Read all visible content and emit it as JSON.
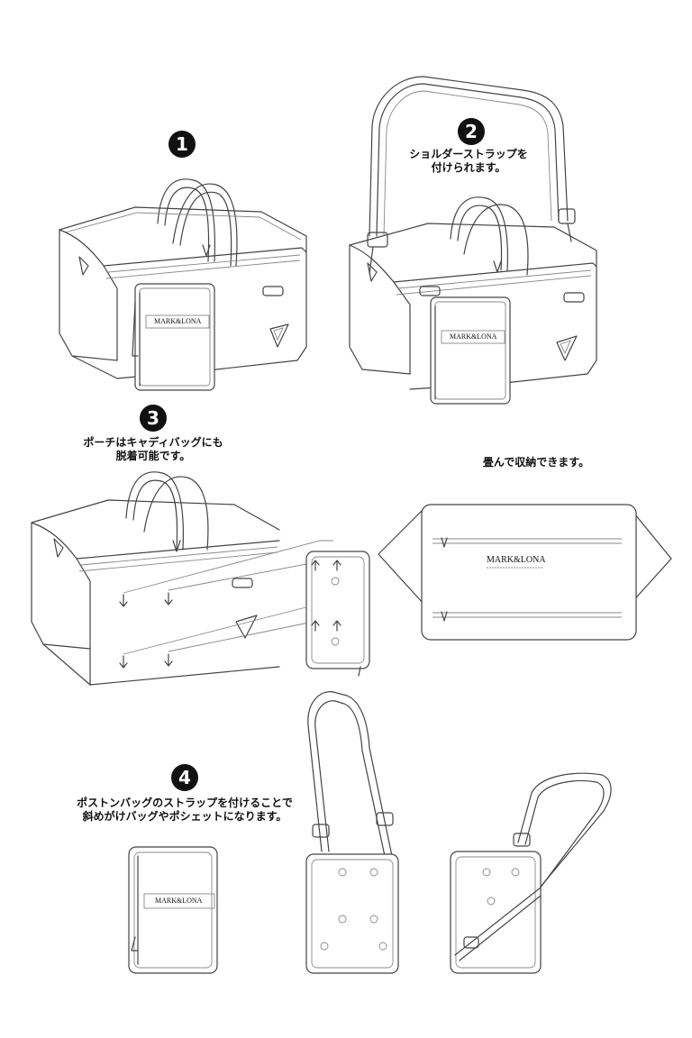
{
  "steps": [
    {
      "number": "1",
      "caption_lines": []
    },
    {
      "number": "2",
      "caption_lines": [
        "ショルダーストラップを",
        "付けられます。"
      ]
    },
    {
      "number": "3",
      "caption_lines": [
        "ポーチはキャディバッグにも",
        "脱着可能です。"
      ]
    },
    {
      "number": "4",
      "caption_lines": [
        "ポストンバッグのストラップを付けることで",
        "斜めがけバッグやポシェットになります。"
      ]
    }
  ],
  "fold_caption": "畳んで収納できます。",
  "brand": "MARK&LONA"
}
